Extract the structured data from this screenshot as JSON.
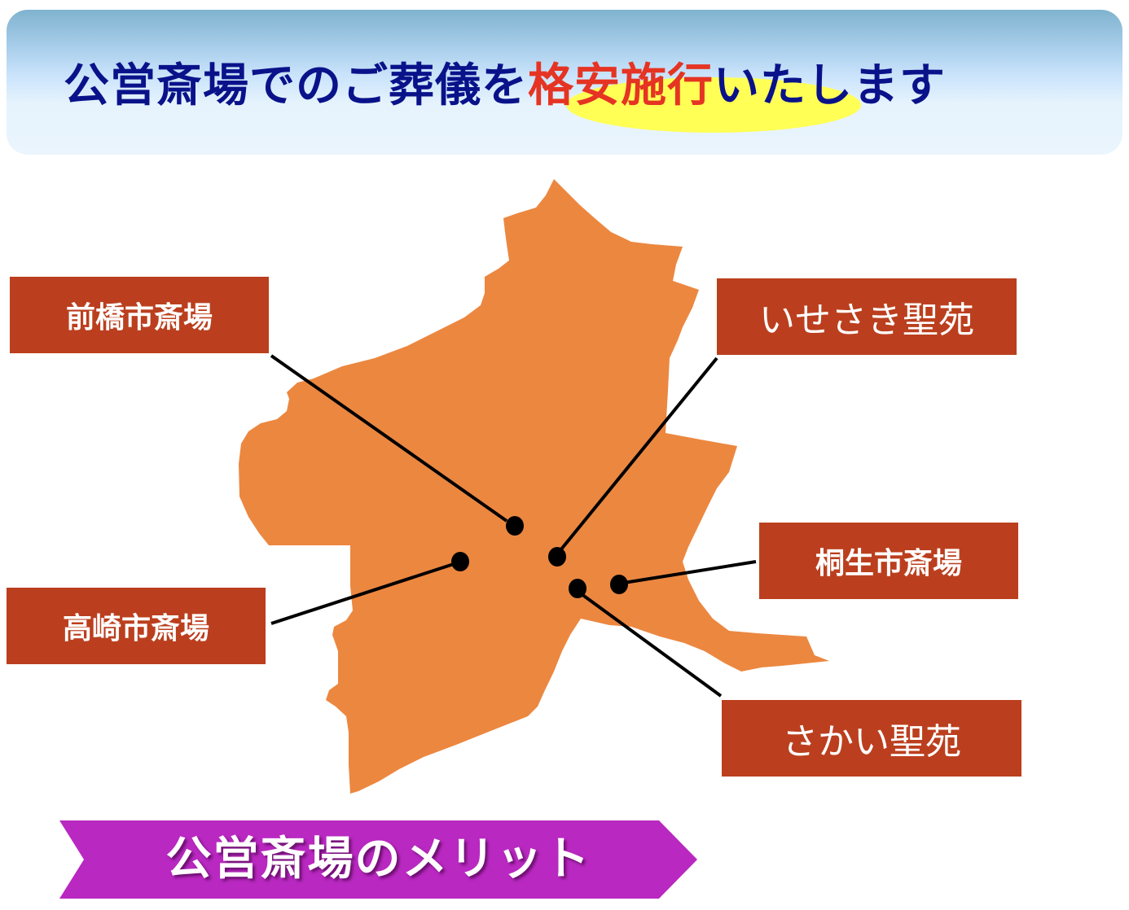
{
  "header": {
    "title_prefix": "公営斎場でのご葬儀を",
    "title_accent": "格安施行",
    "title_suffix": "いたします",
    "colors": {
      "text": "#0a128a",
      "accent": "#e53423",
      "highlight": "#ffff55"
    }
  },
  "map": {
    "region_color": "#ec8740",
    "label_color": "#bb3f1e",
    "facilities": [
      {
        "name": "前橋市斎場",
        "marker": [
          632,
          646
        ]
      },
      {
        "name": "いせさき聖苑",
        "marker": [
          684,
          684
        ]
      },
      {
        "name": "高崎市斎場",
        "marker": [
          565,
          690
        ]
      },
      {
        "name": "桐生市斎場",
        "marker": [
          760,
          718
        ]
      },
      {
        "name": "さかい聖苑",
        "marker": [
          709,
          723
        ]
      }
    ]
  },
  "merit_banner": {
    "label": "公営斎場のメリット",
    "color": "#b928c1"
  }
}
